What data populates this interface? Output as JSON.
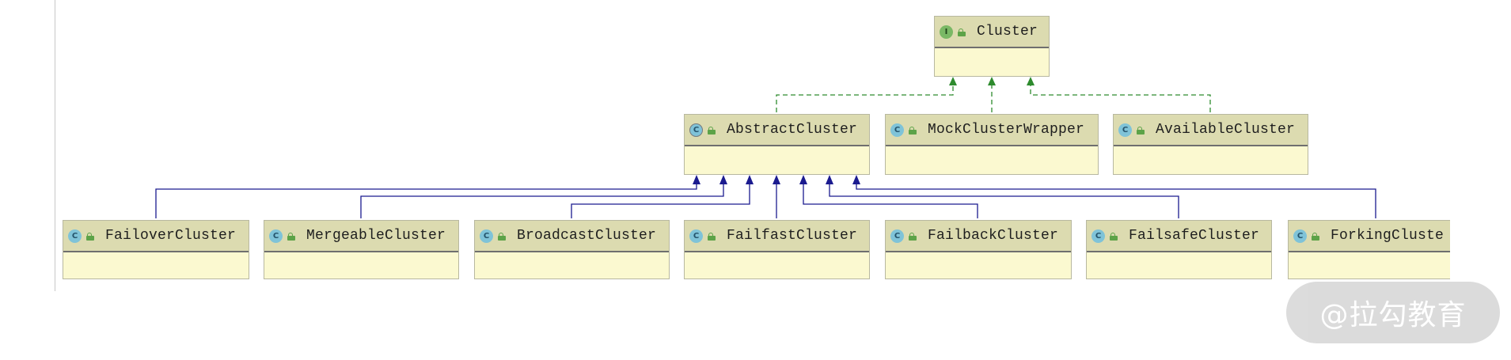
{
  "diagram": {
    "interface": {
      "name": "Cluster",
      "badge": "I"
    },
    "implementations": [
      {
        "name": "AbstractCluster",
        "badge": "C"
      },
      {
        "name": "MockClusterWrapper",
        "badge": "C"
      },
      {
        "name": "AvailableCluster",
        "badge": "C"
      }
    ],
    "subclasses": [
      {
        "name": "FailoverCluster",
        "badge": "C"
      },
      {
        "name": "MergeableCluster",
        "badge": "C"
      },
      {
        "name": "BroadcastCluster",
        "badge": "C"
      },
      {
        "name": "FailfastCluster",
        "badge": "C"
      },
      {
        "name": "FailbackCluster",
        "badge": "C"
      },
      {
        "name": "FailsafeCluster",
        "badge": "C"
      },
      {
        "name": "ForkingCluste",
        "badge": "C"
      }
    ],
    "colors": {
      "implements_edge": "#2e8b2e",
      "extends_edge": "#1b1b8f",
      "node_fill": "#fbf9d0",
      "header_fill": "#dcdbb0"
    }
  },
  "watermark": "@拉勾教育"
}
